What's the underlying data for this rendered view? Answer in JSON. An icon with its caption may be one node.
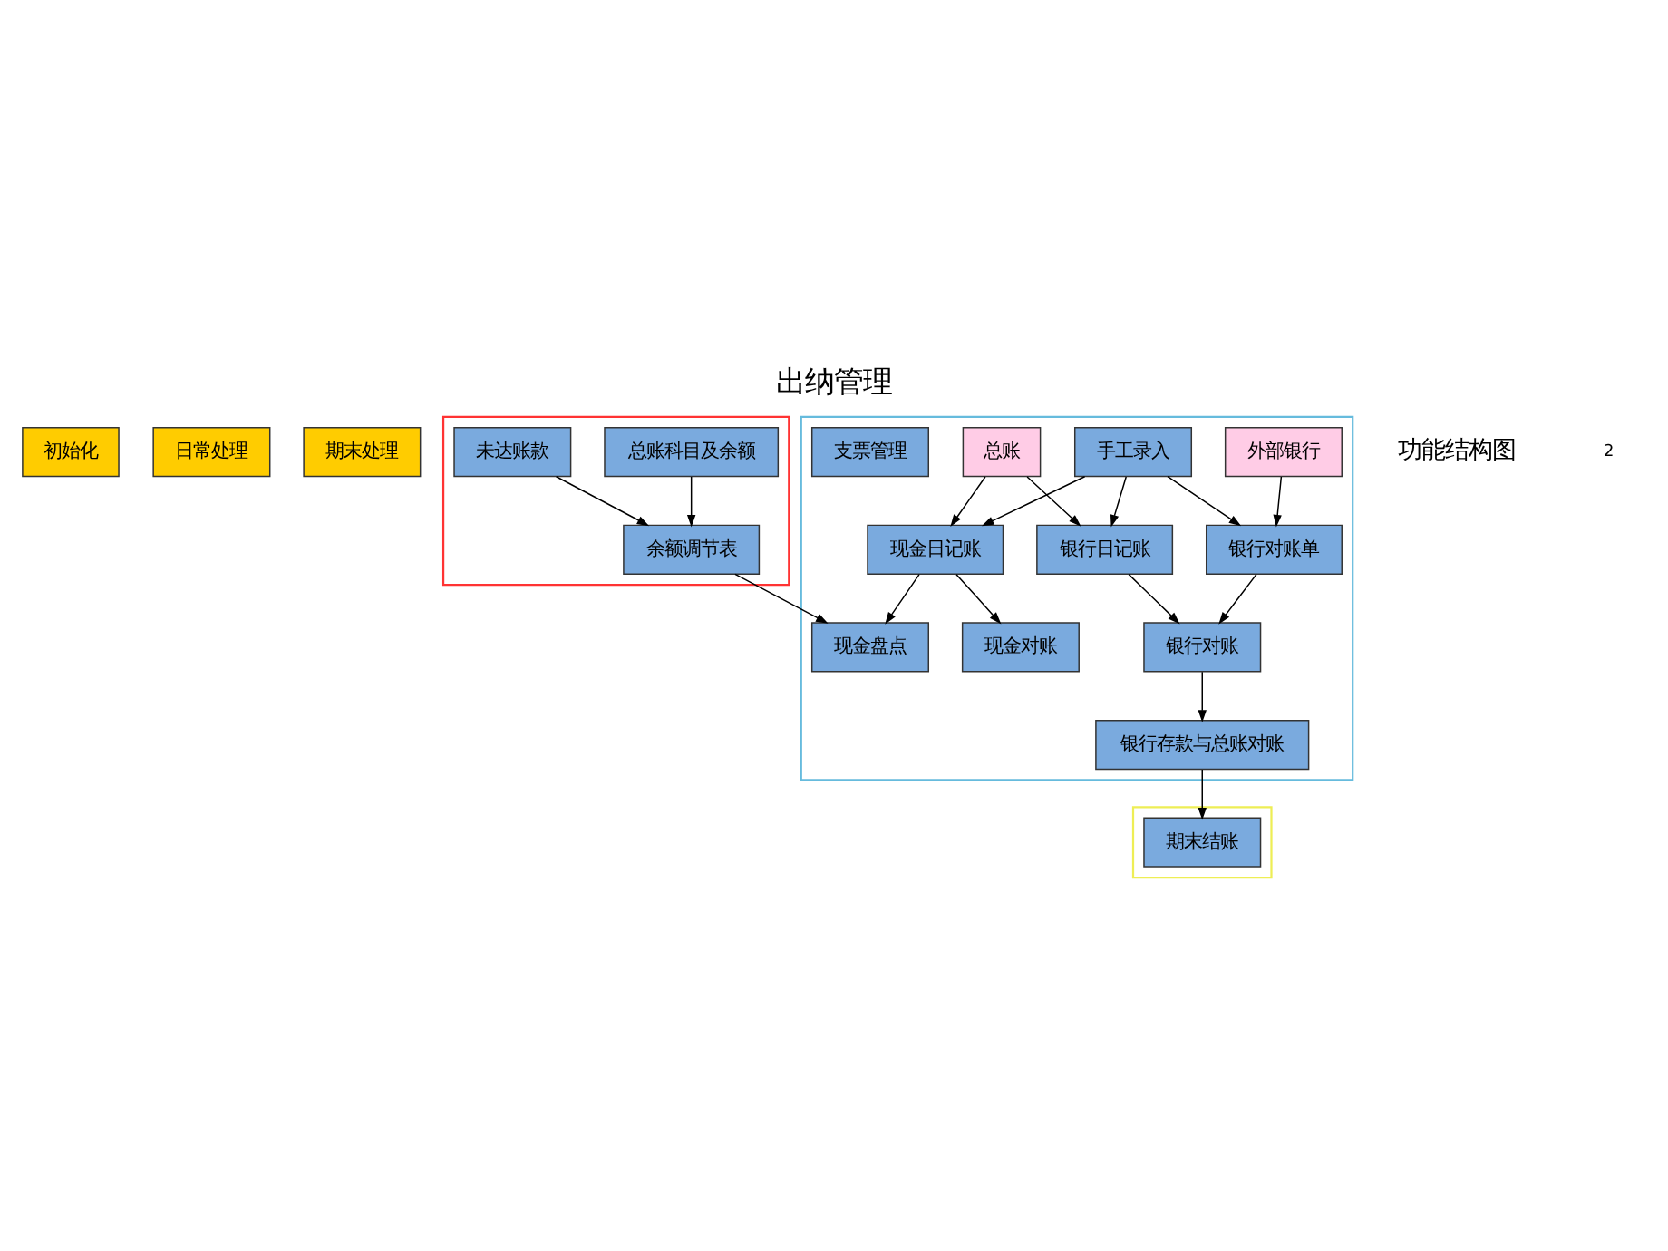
{
  "diagram": {
    "title": "出纳管理",
    "nodes": [
      {
        "text": [
          "初始化"
        ]
      },
      {
        "text": [
          "日常处理"
        ]
      },
      {
        "text": [
          "期末处理"
        ]
      },
      {
        "text": [],
        "shape": "box"
      },
      {
        "text": [
          "总账科目及余额"
        ],
        "in": 3
      },
      {
        "text": [
          "未达账款"
        ],
        "in": 3
      },
      {
        "text": [
          "余额调节表"
        ],
        "in": 3
      },
      {
        "text": [],
        "shape": "box"
      },
      {
        "text": [
          "现金盘点"
        ],
        "in": 7
      },
      {
        "text": [
          "现金对账"
        ],
        "in": 7
      },
      {
        "text": [
          "外部银行"
        ],
        "in": 7
      },
      {
        "text": [
          "现金日记账"
        ],
        "in": 7
      },
      {
        "text": [
          "总账"
        ],
        "in": 7
      },
      {
        "text": [
          "手工录入"
        ],
        "in": 7
      },
      {
        "text": [
          "银行对账单"
        ],
        "in": 7
      },
      {
        "text": [
          "银行日记账"
        ],
        "in": 7
      },
      {
        "text": [
          "银行对账"
        ],
        "in": 7
      },
      {
        "text": [
          "支票管理"
        ],
        "in": 7
      },
      {
        "text": [
          "银行存款与总账对账"
        ],
        "in": 7
      },
      {
        "text": [],
        "shape": "box"
      },
      {
        "text": [
          "期末结账"
        ],
        "in": 19
      }
    ],
    "edges": [
      {
        "from": 4,
        "to": 6,
        "arrow": "to"
      },
      {
        "from": 5,
        "to": 6,
        "arrow": "to"
      },
      {
        "from": 6,
        "to": 8,
        "arrow": "to"
      },
      {
        "from": 11,
        "to": 8,
        "arrow": "to"
      },
      {
        "from": 11,
        "to": 9,
        "arrow": "to"
      },
      {
        "from": 12,
        "to": 11,
        "arrow": "to"
      },
      {
        "from": 13,
        "to": 11,
        "arrow": "to"
      },
      {
        "from": 13,
        "to": 14,
        "arrow": "to"
      },
      {
        "from": 10,
        "to": 14,
        "arrow": "to"
      },
      {
        "from": 12,
        "to": 15,
        "arrow": "to"
      },
      {
        "from": 13,
        "to": 15,
        "arrow": "to"
      },
      {
        "from": 14,
        "to": 16,
        "arrow": "to"
      },
      {
        "from": 15,
        "to": 16,
        "arrow": "to"
      },
      {
        "from": 16,
        "to": 18,
        "arrow": "to"
      },
      {
        "from": 18,
        "to": 20,
        "arrow": "to"
      }
    ],
    "labels": [
      "功能结构图",
      "2"
    ]
  }
}
